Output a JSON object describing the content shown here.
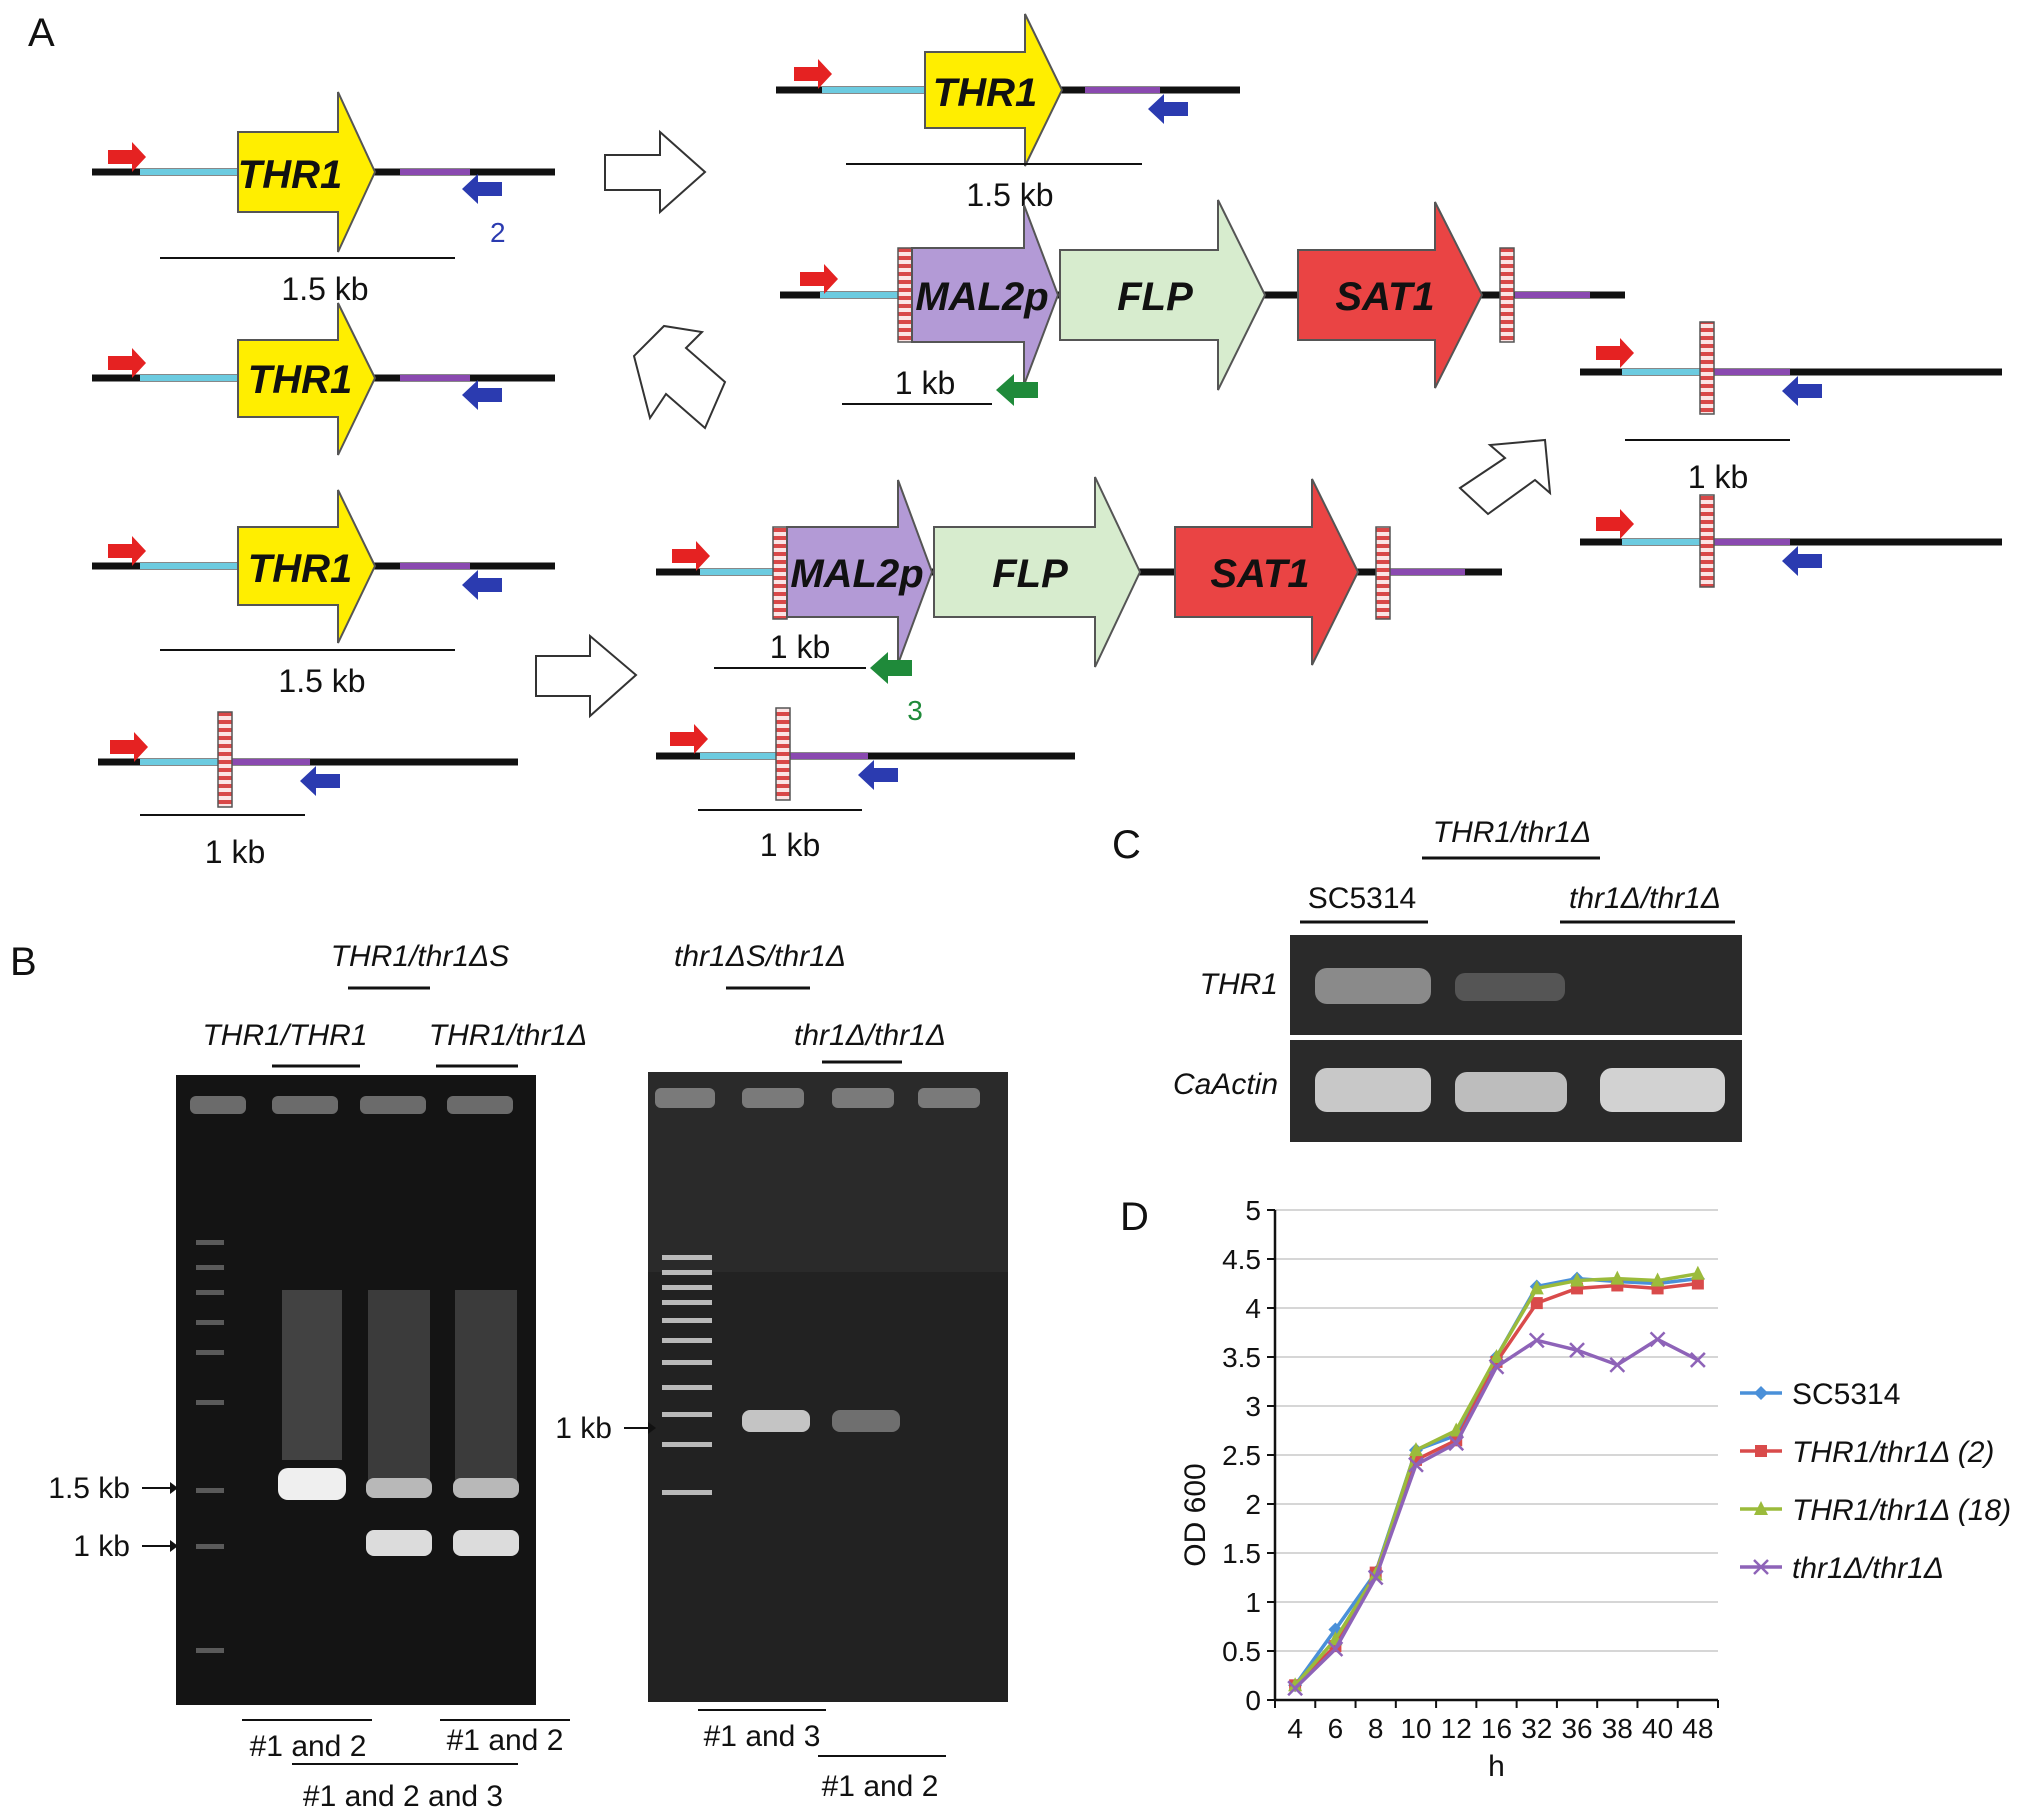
{
  "panels": {
    "a": "A",
    "b": "B",
    "c": "C",
    "d": "D"
  },
  "panel_a": {
    "gene": "THR1",
    "promoter": "MAL2p",
    "flp": "FLP",
    "sat": "SAT1",
    "size_1_5kb": "1.5 kb",
    "size_1kb": "1 kb",
    "primer_2": "2",
    "primer_3": "3"
  },
  "panel_b": {
    "left_top_label": "THR1/thr1ΔS",
    "left_label_wt": "THR1/THR1",
    "left_label_het": "THR1/thr1Δ",
    "right_top_label": "thr1ΔS/thr1Δ",
    "right_label_hom": "thr1Δ/thr1Δ",
    "marker_1_5kb": "1.5 kb",
    "marker_1kb_left": "1 kb",
    "marker_1kb_right": "1 kb",
    "primers_left_a": "#1 and 2",
    "primers_left_b": "#1 and 2",
    "primers_left_c": "#1 and 2 and 3",
    "primers_right_a": "#1 and 3",
    "primers_right_b": "#1 and 2"
  },
  "panel_c": {
    "top_label": "THR1/thr1Δ",
    "strain_wt": "SC5314",
    "strain_hom": "thr1Δ/thr1Δ",
    "row_thr1": "THR1",
    "row_actin": "CaActin"
  },
  "chart_data": {
    "type": "line",
    "categories": [
      "4",
      "6",
      "8",
      "10",
      "12",
      "16",
      "32",
      "36",
      "38",
      "40",
      "48"
    ],
    "xlabel": "h",
    "ylabel": "OD 600",
    "ylim": [
      0,
      5
    ],
    "yticks": [
      "0",
      "0.5",
      "1",
      "1.5",
      "2",
      "2.5",
      "3",
      "3.5",
      "4",
      "4.5",
      "5"
    ],
    "grid": true,
    "legend": "right",
    "series": [
      {
        "name": "SC5314",
        "color": "#4a90d9",
        "marker": "diamond",
        "values": [
          0.15,
          0.72,
          1.3,
          2.55,
          2.7,
          3.5,
          4.22,
          4.3,
          4.27,
          4.25,
          4.3
        ]
      },
      {
        "name": "THR1/thr1Δ (2)",
        "color": "#d94b4b",
        "marker": "square",
        "values": [
          0.15,
          0.55,
          1.3,
          2.45,
          2.65,
          3.45,
          4.05,
          4.2,
          4.23,
          4.2,
          4.25
        ]
      },
      {
        "name": "THR1/thr1Δ (18)",
        "color": "#9bbb3b",
        "marker": "triangle",
        "values": [
          0.15,
          0.62,
          1.28,
          2.55,
          2.75,
          3.5,
          4.2,
          4.28,
          4.3,
          4.28,
          4.35
        ]
      },
      {
        "name": "thr1Δ/thr1Δ",
        "color": "#8e63b8",
        "marker": "x",
        "values": [
          0.12,
          0.52,
          1.25,
          2.4,
          2.62,
          3.4,
          3.67,
          3.57,
          3.42,
          3.68,
          3.47
        ]
      }
    ]
  }
}
